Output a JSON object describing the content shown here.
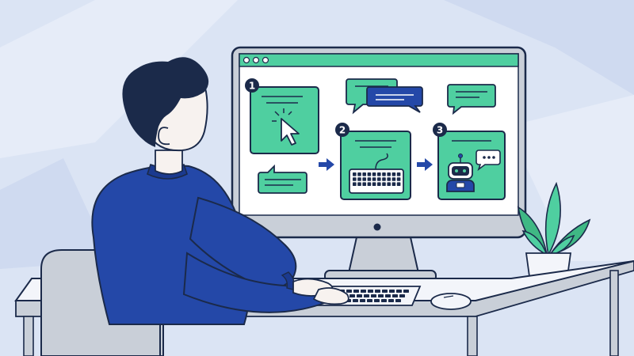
{
  "colors": {
    "background": "#dbe4f4",
    "accent_green": "#4fcfa0",
    "dark_navy": "#1b2a4a",
    "sweater_blue": "#2448a8",
    "monitor_gray": "#c9cfd8",
    "desk_white": "#f3f5fa",
    "plant_green": "#3fb884"
  },
  "monitor": {
    "window_dots": [
      "dot-1",
      "dot-2",
      "dot-3"
    ],
    "steps": [
      {
        "number": "1",
        "icon": "cursor-click-icon"
      },
      {
        "number": "2",
        "icon": "keyboard-icon"
      },
      {
        "number": "3",
        "icon": "robot-icon"
      }
    ]
  },
  "scene": {
    "person": "man-at-computer",
    "devices": [
      "keyboard-icon",
      "mouse-icon"
    ],
    "decor": [
      "potted-plant-icon",
      "chair"
    ]
  }
}
